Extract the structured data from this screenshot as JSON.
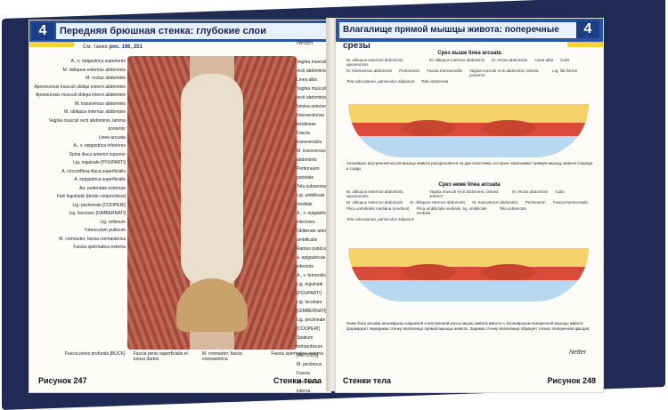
{
  "left_page": {
    "chapter_number": "4",
    "title": "Передняя брюшная стенка: глубокие слои",
    "subtitle_prefix": "См. также",
    "subtitle_refs": "рис. 186, 251",
    "labels_left": [
      "A., v. epigastrica superiores",
      "M. obliquus externus abdominis",
      "M. rectus abdominis",
      "Aponeurosis musculi obliqui externi abdominis",
      "Aponeurosis musculi obliqui interni abdominis",
      "M. transversus abdominis",
      "M. obliquus internus abdominis",
      "Vagina musculi recti abdominis, lamina posterior",
      "Linea arcuata",
      "A., v. epigastrica inferiores",
      "Spina iliaca anterior superior",
      "Lig. inguinale [POUPARTI]",
      "A. circumflexa iliaca superficialis",
      "A. epigastrica superficialis",
      "Aa. pudendae externae",
      "Falx inguinalis [tendo conjunctivus]",
      "Lig. pectineale [COOPERI]",
      "Lig. lacunare [GIMBERNATI]",
      "Lig. reflexum",
      "Tuberculum pubicum",
      "M. cremaster, fascia cremasterica",
      "Fascia spermatica externa"
    ],
    "labels_right": [
      "Vagina musculi recti abdominis",
      "Linea alba",
      "Vagina musculi recti abdominis, lamina anterior",
      "Intersectiones tendineae",
      "Fascia transversalis",
      "M. transversus abdominis",
      "Peritoneum parietale",
      "Tela subserosa",
      "Lig. umbilicale mediale",
      "A., v. epigastrica inferiores",
      "Obliterate arteria umbilicalis",
      "Ramus pubicus a. epigastricae inferioris",
      "A., v. femoralis",
      "Lig. inguinale [POUPARTI]",
      "Lig. lacunare [GIMBERNATI]",
      "Lig. pectineale [COOPERI]",
      "Spatium retropubicum [RETZIUS]",
      "M. pectineus",
      "Fascia spermatica interna"
    ],
    "labels_bottom": [
      "Fascia penis profunda [BUCK]",
      "Fascia penis superficialis et tunica dartos",
      "M. cremaster, fascia cremasterica",
      "Fascia spermatica externa"
    ],
    "footer_left": "Рисунок 247",
    "footer_right": "Стенки тела"
  },
  "right_page": {
    "chapter_number": "4",
    "title": "Влагалище прямой мышцы живота: поперечные срезы",
    "section1": "Срез выше linea arcuata",
    "section1_labels": [
      "M. obliquus externus abdominis, aponeurosis",
      "M. obliquus internus abdominis",
      "M. rectus abdominis",
      "Linea alba",
      "Cutis",
      "M. transversus abdominis",
      "Peritoneum",
      "Fascia transversalis",
      "Vagina musculi recti abdominis, lamina posterior",
      "Lig. falciforme",
      "Tela subcutanea, panniculus adiposus",
      "Tela subserosa"
    ],
    "section1_text": "Апоневроз внутренней косой мышцы живота расщепляется на две пластинки, которые охватывают прямую мышцу живота спереди и сзади.",
    "section2": "Срез ниже linea arcuata",
    "section2_labels": [
      "M. obliquus externus abdominis, aponeurosis",
      "Vagina musculi recti abdominis, lamina anterior",
      "M. rectus abdominis",
      "Cutis",
      "M. obliquus externus abdominis",
      "M. obliquus internus abdominis",
      "M. transversus abdominis",
      "Peritoneum",
      "Fascia transversalis",
      "Plica umbilicalis mediana (urachus)",
      "Plica umbilicalis medialis, lig. umbilicale mediale",
      "Tela subserosa",
      "Tela subcutanea, panniculus adiposus"
    ],
    "section2_text": "Ниже linea arcuata апоневрозы наружной и внутренней косых мышц живота вместе с апоневрозом поперечной мышцы живота формируют переднюю стенку влагалища прямой мышцы живота. Заднюю стенку влагалища образует только поперечная фасция.",
    "footer_left": "Стенки тела",
    "footer_right": "Рисунок 248"
  },
  "colors": {
    "header_blue": "#2a55a0",
    "accent_yellow": "#f3d23a",
    "muscle_red": "#c9442f",
    "cover_navy": "#1f2a55"
  }
}
